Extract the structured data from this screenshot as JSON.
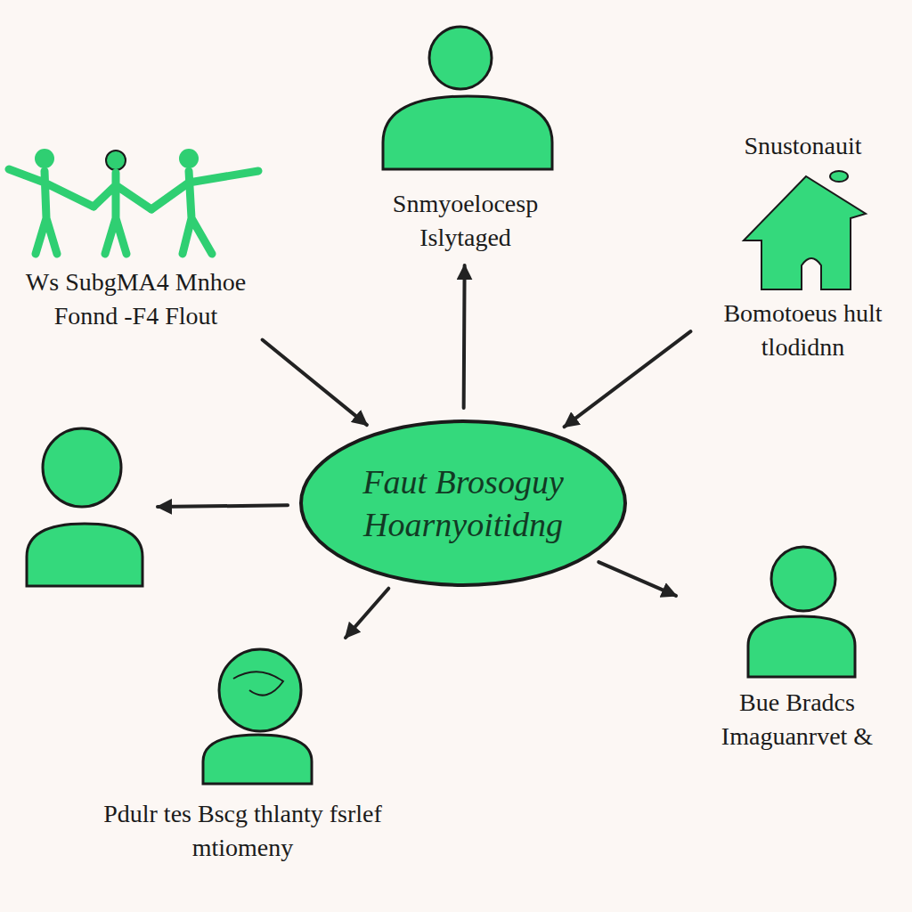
{
  "diagram": {
    "nodes": [
      {
        "text": [
          "Snmyoelocesp Islytaged"
        ]
      },
      {
        "text": [
          "Ws SubgMA4 Mnhoe Fonnd -F4 Flout"
        ]
      },
      {
        "text": [
          "Snustonauit",
          "Bomotoeus hult tlodidnn"
        ]
      },
      {
        "text": [
          "Faut Brosoguy Hoarnyoitidng"
        ]
      },
      {
        "text": []
      },
      {
        "text": [
          "Pdulr tes Bscg thlanty fsrlef mtiomeny"
        ]
      },
      {
        "text": [
          "Bue Bradcs Imaguanrvet &"
        ]
      }
    ],
    "edges": [
      {
        "from": 3,
        "to": 0,
        "arrow": "to"
      },
      {
        "from": 1,
        "to": 3,
        "arrow": "to"
      },
      {
        "from": 2,
        "to": 3,
        "arrow": "to"
      },
      {
        "from": 3,
        "to": 4,
        "arrow": "to"
      },
      {
        "from": 3,
        "to": 5,
        "arrow": "to"
      },
      {
        "from": 3,
        "to": 6,
        "arrow": "to"
      }
    ]
  }
}
